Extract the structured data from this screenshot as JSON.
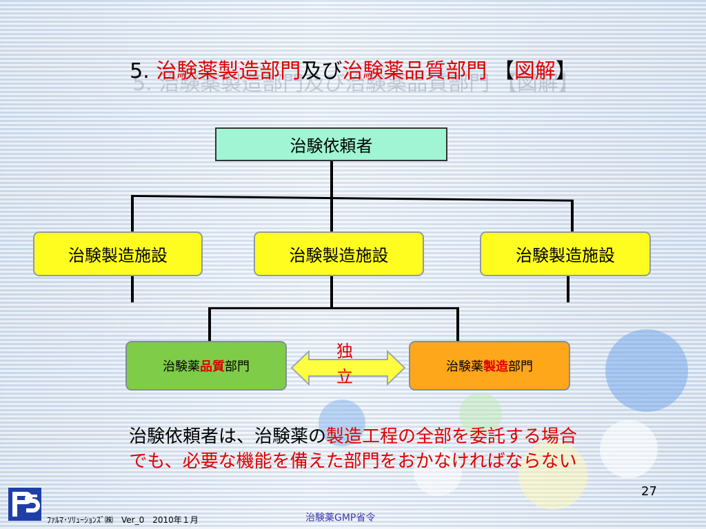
{
  "title": {
    "number": "5.",
    "part1": "治験薬製造部門",
    "connector": "及び",
    "part2": "治験薬品質部門",
    "bracket_open": "【",
    "bracket_text": "図解",
    "bracket_close": "】"
  },
  "diagram": {
    "client": "治験依頼者",
    "facilities": [
      "治験製造施設",
      "治験製造施設",
      "治験製造施設"
    ],
    "qa_unit": {
      "prefix": "治験薬",
      "highlight": "品質",
      "suffix": "部門"
    },
    "mfg_unit": {
      "prefix": "治験薬",
      "highlight": "製造",
      "suffix": "部門"
    },
    "independence": [
      "独",
      "立"
    ]
  },
  "summary": {
    "line1_black": "治験依頼者は、治験薬の",
    "line1_red": "製造工程の全部を委託する場合",
    "line2_red": "でも、必要な機能を備えた部門をおかなければならない"
  },
  "footer": {
    "page_number": "27",
    "company": "ﾌｧﾙﾏ･ｿﾘｭｰｼｮﾝｽﾞ㈱　Ver_0　2010年１月",
    "center": "治験薬GMP省令"
  },
  "colors": {
    "accent_red": "#e00000",
    "client_box": "#9ff5d4",
    "facility_box": "#fffd20",
    "qa_box": "#7fcc48",
    "mfg_box": "#ffa71a",
    "arrow": "#ffff40"
  }
}
